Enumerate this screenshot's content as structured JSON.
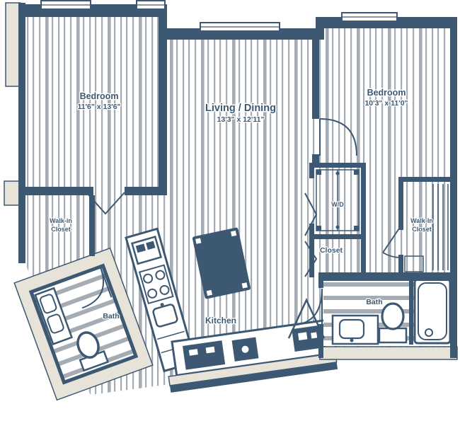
{
  "colors": {
    "wall": "#3c5872",
    "accent": "#e7e3d9",
    "stripe": "#a6acb4",
    "background": "#ffffff"
  },
  "rooms": {
    "bedroom_left": {
      "label": "Bedroom",
      "dims": "11'6\" x 13'6\""
    },
    "living_dining": {
      "label": "Living / Dining",
      "dims": "13'3\" x 12'11\""
    },
    "bedroom_right": {
      "label": "Bedroom",
      "dims": "10'3\" x 11'0\""
    },
    "kitchen": {
      "label": "Kitchen"
    },
    "bath_main": {
      "label": "Bath"
    },
    "bath_second": {
      "label": "Bath"
    },
    "closet": {
      "label": "Closet"
    },
    "laundry": {
      "label": "W/D"
    },
    "walkin_left": {
      "line1": "Walk-in",
      "line2": "Closet"
    },
    "walkin_right": {
      "line1": "Walk-In",
      "line2": "Closet"
    }
  }
}
